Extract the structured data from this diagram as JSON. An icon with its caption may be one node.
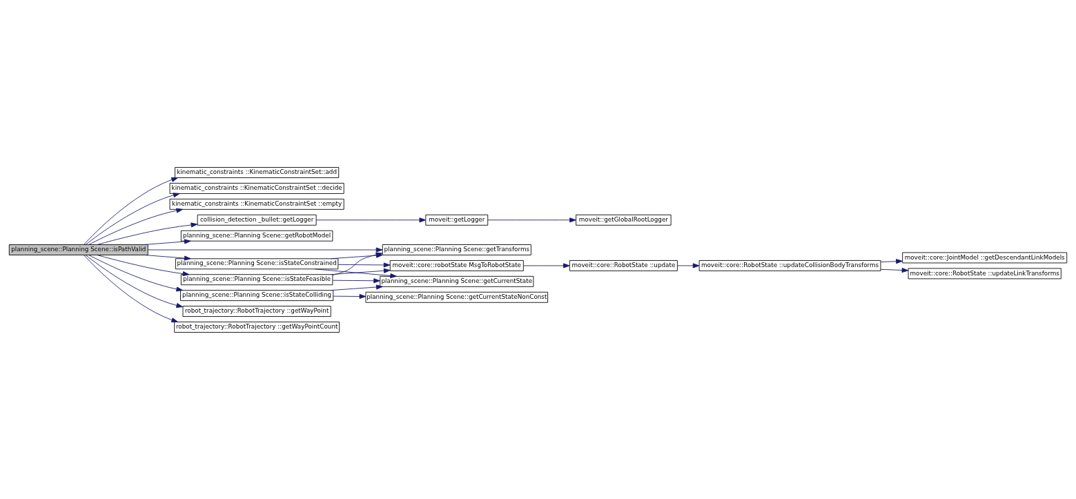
{
  "diagram": {
    "nodes": [
      {
        "text": [
          "planning_scene::Planning Scene::isPathValid"
        ]
      },
      {
        "text": [
          "kinematic_constraints ::KinematicConstraintSet::add"
        ]
      },
      {
        "text": [
          "kinematic_constraints ::KinematicConstraintSet ::decide"
        ]
      },
      {
        "text": [
          "kinematic_constraints ::KinematicConstraintSet ::empty"
        ]
      },
      {
        "text": [
          "collision_detection _bullet::getLogger"
        ]
      },
      {
        "text": [
          "moveit::getLogger"
        ]
      },
      {
        "text": [
          "moveit::getGlobalRootLogger"
        ]
      },
      {
        "text": [
          "planning_scene::Planning Scene::getRobotModel"
        ]
      },
      {
        "text": [
          "planning_scene::Planning Scene::getTransforms"
        ]
      },
      {
        "text": [
          "planning_scene::Planning Scene::isStateFeasible"
        ]
      },
      {
        "text": [
          "moveit::core::robotState MsgToRobotState"
        ]
      },
      {
        "text": [
          "moveit::core::RobotState ::update"
        ]
      },
      {
        "text": [
          "moveit::core::RobotState ::updateCollisionBodyTransforms"
        ]
      },
      {
        "text": [
          "moveit::core::JointModel ::getDescendantLinkModels"
        ]
      },
      {
        "text": [
          "moveit::core::RobotState ::updateLinkTransforms"
        ]
      },
      {
        "text": [
          "planning_scene::Planning Scene::isStateConstrained"
        ]
      },
      {
        "text": [
          "planning_scene::Planning Scene::getCurrentState"
        ]
      },
      {
        "text": [
          "planning_scene::Planning Scene::isStateColliding"
        ]
      },
      {
        "text": [
          "planning_scene::Planning Scene::getCurrentStateNonConst"
        ]
      },
      {
        "text": [
          "robot_trajectory::RobotTrajectory ::getWayPoint"
        ]
      },
      {
        "text": [
          "robot_trajectory::RobotTrajectory ::getWayPointCount"
        ]
      }
    ],
    "edges": [
      {
        "from": 0,
        "to": 1,
        "arrow": "to"
      },
      {
        "from": 0,
        "to": 2,
        "arrow": "to"
      },
      {
        "from": 0,
        "to": 3,
        "arrow": "to"
      },
      {
        "from": 0,
        "to": 4,
        "arrow": "to"
      },
      {
        "from": 0,
        "to": 7,
        "arrow": "to"
      },
      {
        "from": 0,
        "to": 8,
        "arrow": "to"
      },
      {
        "from": 0,
        "to": 9,
        "arrow": "to"
      },
      {
        "from": 0,
        "to": 15,
        "arrow": "to"
      },
      {
        "from": 0,
        "to": 17,
        "arrow": "to"
      },
      {
        "from": 0,
        "to": 19,
        "arrow": "to"
      },
      {
        "from": 0,
        "to": 20,
        "arrow": "to"
      },
      {
        "from": 4,
        "to": 5,
        "arrow": "to"
      },
      {
        "from": 5,
        "to": 6,
        "arrow": "to"
      },
      {
        "from": 9,
        "to": 8,
        "arrow": "to"
      },
      {
        "from": 9,
        "to": 10,
        "arrow": "to"
      },
      {
        "from": 9,
        "to": 16,
        "arrow": "to"
      },
      {
        "from": 10,
        "to": 11,
        "arrow": "to"
      },
      {
        "from": 11,
        "to": 12,
        "arrow": "to"
      },
      {
        "from": 12,
        "to": 13,
        "arrow": "to"
      },
      {
        "from": 12,
        "to": 14,
        "arrow": "to"
      },
      {
        "from": 15,
        "to": 8,
        "arrow": "to"
      },
      {
        "from": 15,
        "to": 10,
        "arrow": "to"
      },
      {
        "from": 15,
        "to": 16,
        "arrow": "to"
      },
      {
        "from": 17,
        "to": 16,
        "arrow": "to"
      },
      {
        "from": 17,
        "to": 18,
        "arrow": "to"
      }
    ]
  }
}
